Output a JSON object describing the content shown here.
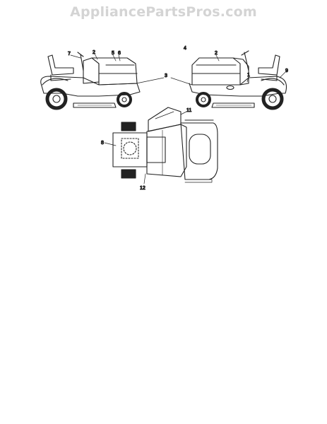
{
  "watermark": "AppliancePartsPros.com",
  "callouts": {
    "c1": "1",
    "c2a": "2",
    "c2b": "2",
    "c3": "3",
    "c4": "4",
    "c5": "5",
    "c6": "6",
    "c7": "7",
    "c8": "8",
    "c9": "9",
    "c11": "11",
    "c12": "12"
  }
}
